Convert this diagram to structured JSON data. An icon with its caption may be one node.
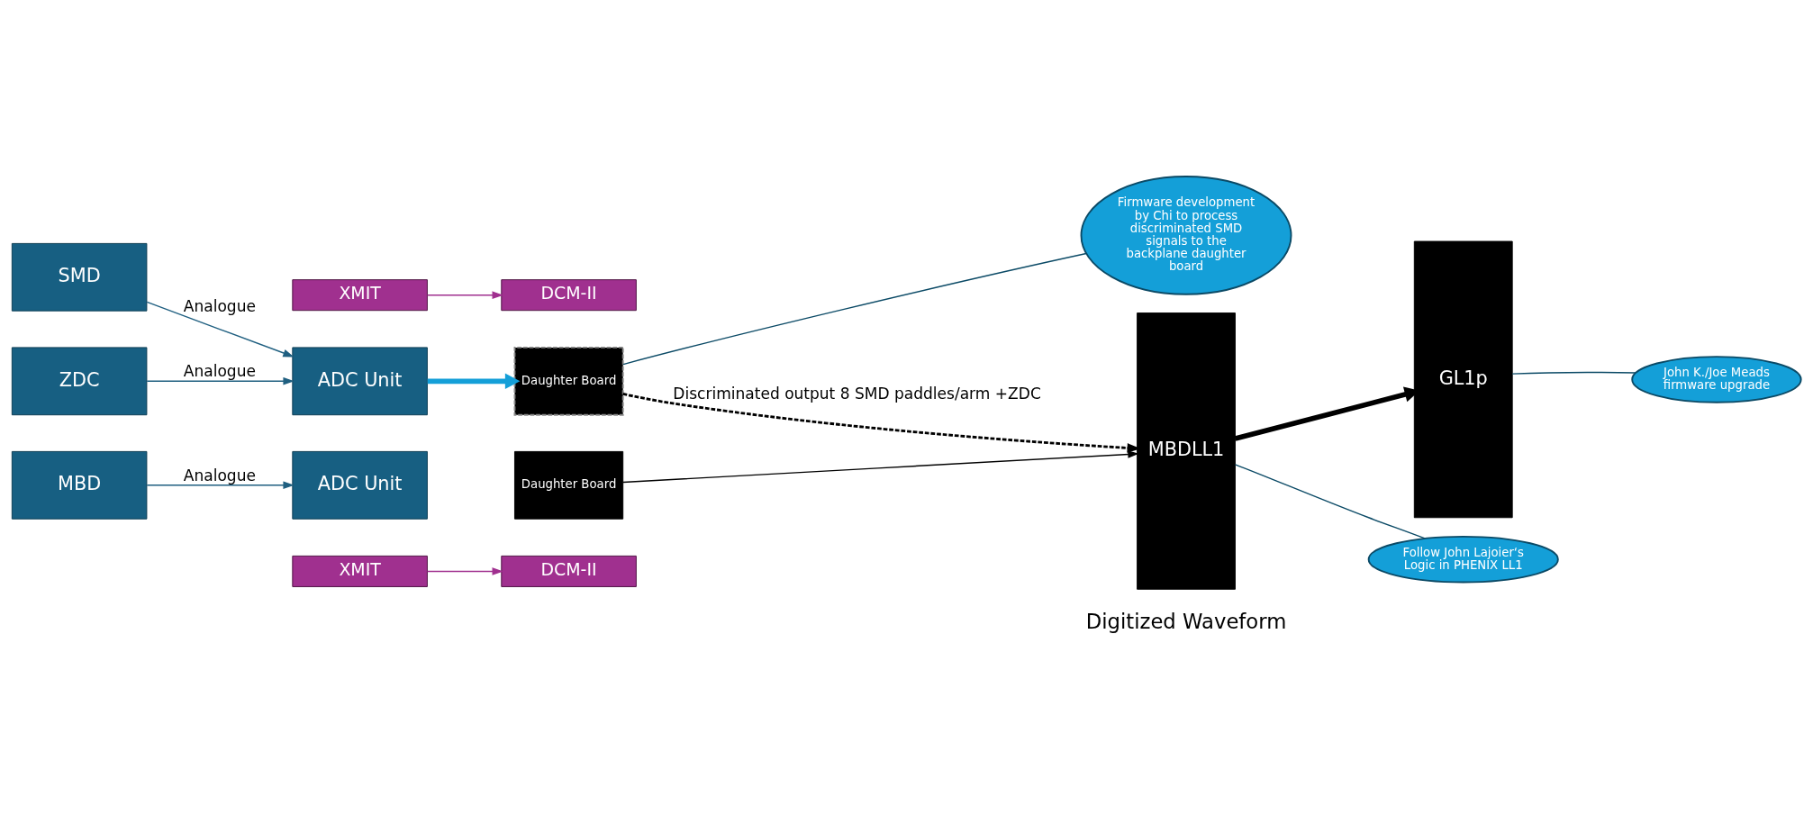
{
  "diagram": {
    "nodes": [
      {
        "text": [
          "SMD"
        ]
      },
      {
        "text": [
          "ZDC"
        ]
      },
      {
        "text": [
          "XMIT"
        ]
      },
      {
        "text": [
          "DCM-II"
        ]
      },
      {
        "text": [
          "ADC Unit"
        ]
      },
      {
        "text": [
          "Daughter Board"
        ]
      },
      {
        "text": [
          "MBD"
        ]
      },
      {
        "text": [
          "ADC Unit"
        ]
      },
      {
        "text": [
          "Daughter Board"
        ]
      },
      {
        "text": [
          "XMIT"
        ]
      },
      {
        "text": [
          "DCM-II"
        ]
      },
      {
        "text": [
          "MBDLL1"
        ]
      },
      {
        "text": [
          "GL1p"
        ]
      },
      {
        "text": [
          "Firmware development by Chi to process discriminated SMD signals to the backplane daughter board"
        ]
      },
      {
        "text": [
          "Follow John Lajoier‘s Logic in PHENIX LL1"
        ]
      },
      {
        "text": [
          "John K./Joe Meads firmware upgrade"
        ]
      }
    ],
    "edges": [
      {
        "from": 2,
        "to": 3,
        "arrow": "to",
        "color": "#a0308f"
      },
      {
        "from": 0,
        "to": 4,
        "arrow": "to",
        "label": "Analogue",
        "color": "#1f5f80"
      },
      {
        "from": 1,
        "to": 4,
        "arrow": "to",
        "label": "Analogue",
        "color": "#1f5f80"
      },
      {
        "from": 4,
        "to": 5,
        "arrow": "to",
        "style": "thick",
        "color": "#149fd8"
      },
      {
        "from": 5,
        "to": 11,
        "arrow": "to",
        "label": "Discriminated output 8 SMD paddles/arm +ZDC",
        "style": "dashed",
        "color": "#000000"
      },
      {
        "from": 11,
        "to": 12,
        "arrow": "to",
        "style": "thick",
        "color": "#000000"
      },
      {
        "from": 6,
        "to": 7,
        "arrow": "to",
        "label": "Analogue",
        "color": "#1f5f80"
      },
      {
        "from": 8,
        "to": 11,
        "arrow": "to",
        "color": "#000000"
      },
      {
        "from": 9,
        "to": 10,
        "arrow": "to",
        "color": "#a0308f"
      },
      {
        "from": 13,
        "to": 5,
        "arrow": "none",
        "color": "#0b4a66"
      },
      {
        "from": 14,
        "to": 11,
        "arrow": "none",
        "color": "#0b4a66"
      },
      {
        "from": 15,
        "to": 12,
        "arrow": "none",
        "color": "#0b4a66"
      }
    ],
    "labels": [
      "Digitized Waveform"
    ]
  }
}
